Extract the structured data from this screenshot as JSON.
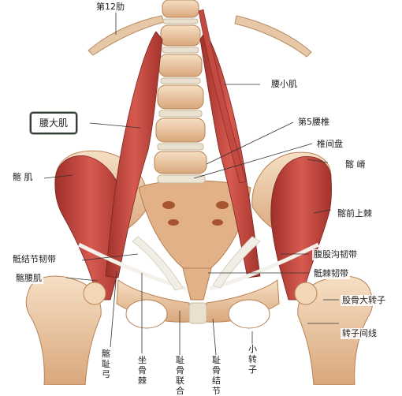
{
  "labels": {
    "rib12": "第12肋",
    "psoas_minor": "腰小肌",
    "psoas_major": "腰大肌",
    "l5": "第5腰椎",
    "disc": "椎间盘",
    "iliacus": "髂 肌",
    "iliac_crest": "髂 嵴",
    "asis": "髂前上棘",
    "sacrotuberous": "骶结节韧带",
    "inguinal": "腹股沟韧带",
    "iliopsoas": "髂腰肌",
    "sacrospinous": "骶棘韧带",
    "greater_trochanter": "股骨大转子",
    "intertrochanteric": "转子间线",
    "iliopubic_eminence": "髂耻弓",
    "ischial_spine": "坐骨棘",
    "pubic_symphysis": "耻骨联合",
    "pubic_tubercle": "耻骨结节",
    "lesser_trochanter": "小转子"
  },
  "colors": {
    "muscle": "#c8453e",
    "muscle_dark": "#8f2a25",
    "bone": "#efd2b2",
    "bone_shade": "#d9a77c",
    "ligament": "#f1eee6",
    "disc": "#e9e0cf",
    "leader": "#333333"
  }
}
